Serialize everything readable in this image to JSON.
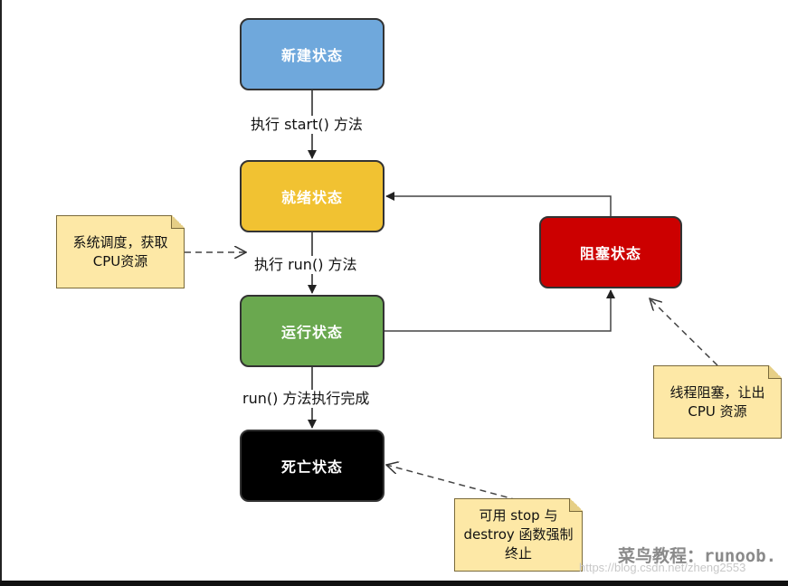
{
  "states": {
    "new": "新建状态",
    "ready": "就绪状态",
    "running": "运行状态",
    "blocked": "阻塞状态",
    "dead": "死亡状态"
  },
  "edges": {
    "start": "执行 start() 方法",
    "run": "执行 run() 方法",
    "finish": "run() 方法执行完成"
  },
  "notes": {
    "schedule": "系统调度，获取CPU资源",
    "block": "线程阻塞，让出 CPU 资源",
    "stop": "可用 stop 与 destroy 函数强制终止"
  },
  "watermark": {
    "brand": "菜鸟教程：runoob.",
    "csdn": "https://blog.csdn.net/zheng2553"
  },
  "colors": {
    "new": "#6fa8dc",
    "ready": "#f1c232",
    "running": "#6aa84f",
    "blocked": "#cc0000",
    "dead": "#000000",
    "note": "#fde8a6"
  }
}
